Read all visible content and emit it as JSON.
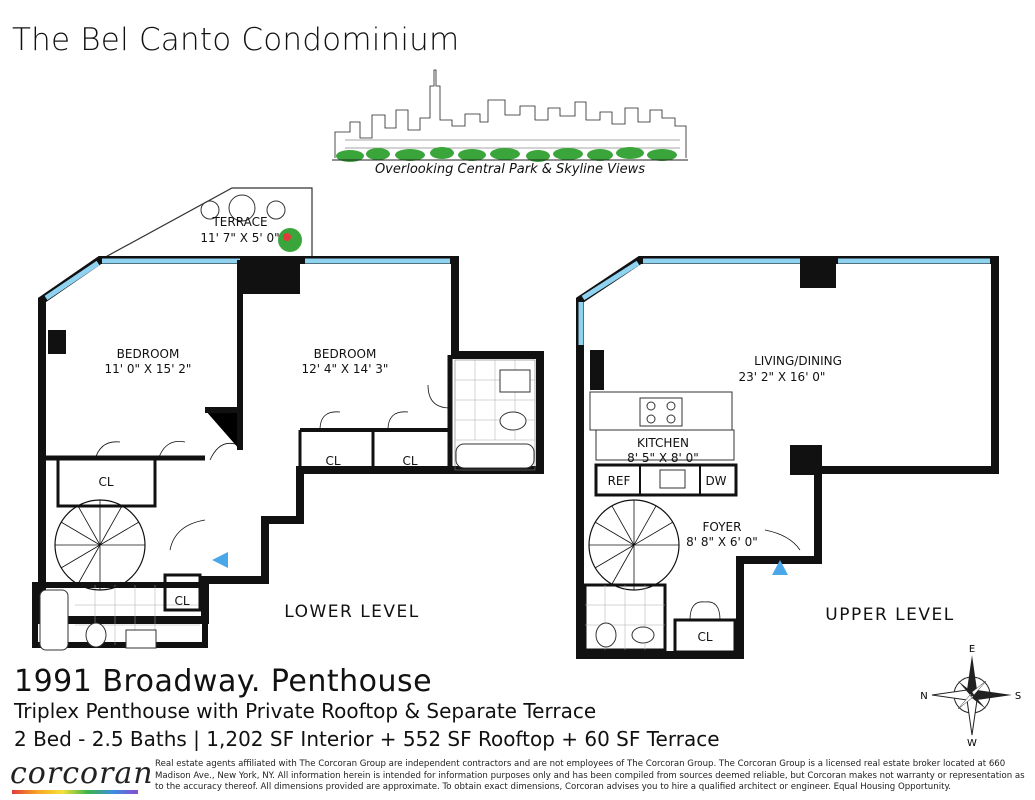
{
  "header": {
    "title": "The Bel Canto Condominium",
    "tagline": "Overlooking Central Park & Skyline Views"
  },
  "floorplan": {
    "lower_level": {
      "label": "LOWER LEVEL",
      "rooms": {
        "terrace_name": "TERRACE",
        "terrace_dims": "11' 7\" X 5' 0\"",
        "bedroom1_name": "BEDROOM",
        "bedroom1_dims": "11' 0\" X 15' 2\"",
        "bedroom2_name": "BEDROOM",
        "bedroom2_dims": "12' 4\" X 14' 3\"",
        "closet1": "CL",
        "closet2": "CL",
        "closet3": "CL",
        "closet4": "CL"
      }
    },
    "upper_level": {
      "label": "UPPER LEVEL",
      "rooms": {
        "living_name": "LIVING/DINING",
        "living_dims": "23' 2\" X 16' 0\"",
        "kitchen_name": "KITCHEN",
        "kitchen_dims": "8' 5\" X 8' 0\"",
        "ref": "REF",
        "dw": "DW",
        "foyer_name": "FOYER",
        "foyer_dims": "8' 8\" X 6' 0\"",
        "closet": "CL"
      }
    }
  },
  "listing": {
    "address": "1991 Broadway. Penthouse",
    "subtitle": "Triplex Penthouse with Private Rooftop & Separate Terrace",
    "specs": "2 Bed - 2.5 Baths | 1,202 SF Interior + 552 SF Rooftop + 60 SF Terrace"
  },
  "footer": {
    "brand": "corcoran",
    "disclaimer": "Real estate agents affiliated with The Corcoran Group are independent contractors and are not employees of The Corcoran Group. The Corcoran Group is a licensed real estate broker located at 660 Madison Ave., New York, NY. All information herein is intended for information purposes only and has been compiled from sources deemed reliable, but Corcoran makes not warranty or representation as to the accuracy thereof. All dimensions provided are approximate. To obtain exact dimensions, Corcoran advises you to hire a qualified architect or engineer. Equal Housing Opportunity."
  },
  "compass": {
    "n": "N",
    "e": "E",
    "s": "S",
    "w": "W"
  },
  "colors": {
    "wall": "#111111",
    "window": "#8fd3f0",
    "entry_arrow": "#4aa8e8",
    "tree_green": "#3aa53a"
  }
}
